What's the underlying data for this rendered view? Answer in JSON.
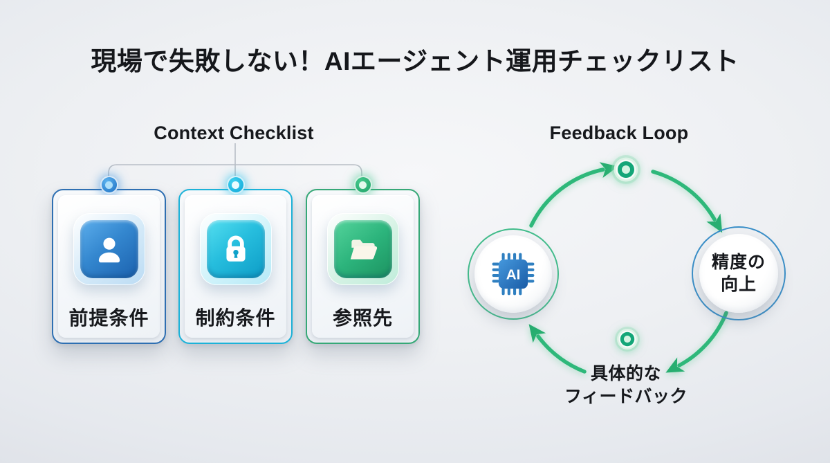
{
  "title": "現場で失敗しない！AIエージェント運用チェックリスト",
  "context_checklist": {
    "heading": "Context Checklist",
    "cards": [
      {
        "label": "前提条件",
        "icon": "user-icon",
        "accent": "#2e6fb2"
      },
      {
        "label": "制約条件",
        "icon": "lock-icon",
        "accent": "#1cb2d8"
      },
      {
        "label": "参照先",
        "icon": "folder-icon",
        "accent": "#36a877"
      }
    ]
  },
  "feedback_loop": {
    "heading": "Feedback Loop",
    "ai_label": "AI",
    "accuracy_label": "精度の\n向上",
    "feedback_label": "具体的な\nフィードバック",
    "arrow_color": "#2eb87a"
  },
  "colors": {
    "background": "#eef0f3",
    "title_text": "#15171b",
    "accent_blue": "#2e6fb2",
    "accent_cyan": "#1cb2d8",
    "accent_green": "#36a877",
    "arrow_green": "#2eb87a",
    "chip_blue": "#2a7fc4",
    "ai_ring_green": "#43bd8c",
    "accuracy_ring_blue": "#3a8fc8",
    "connector_gray": "#b8bec6"
  }
}
